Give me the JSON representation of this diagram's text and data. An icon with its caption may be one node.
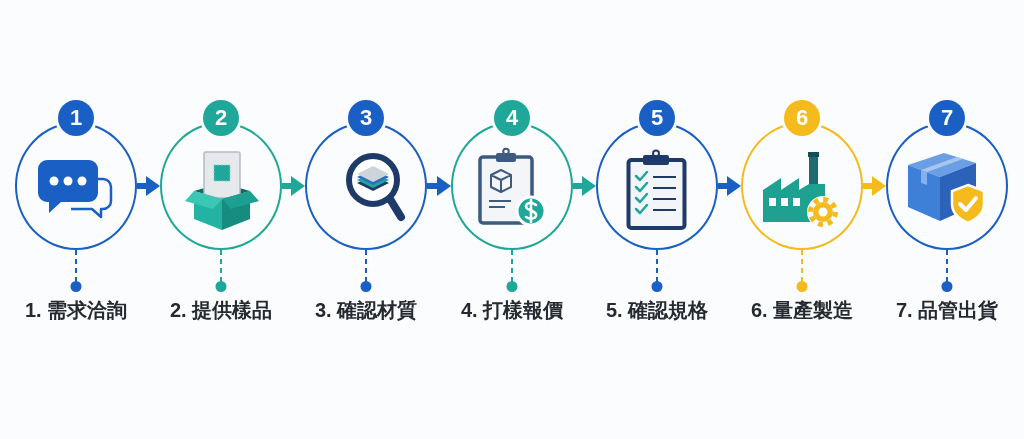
{
  "diagram": {
    "nodes": [
      {
        "text": [
          "1"
        ]
      },
      {
        "text": [],
        "shape": "circle"
      },
      {
        "text": [
          "1. 需求洽詢"
        ]
      },
      {
        "text": [
          "2"
        ]
      },
      {
        "text": [],
        "shape": "circle"
      },
      {
        "text": [
          "2. 提供樣品"
        ]
      },
      {
        "text": [
          "3"
        ]
      },
      {
        "text": [],
        "shape": "circle"
      },
      {
        "text": [
          "3. 確認材質"
        ]
      },
      {
        "text": [
          "4"
        ]
      },
      {
        "text": [],
        "shape": "circle"
      },
      {
        "text": [
          "4. 打樣報價"
        ]
      },
      {
        "text": [
          "5"
        ]
      },
      {
        "text": [],
        "shape": "circle"
      },
      {
        "text": [
          "5. 確認規格"
        ]
      },
      {
        "text": [
          "6"
        ]
      },
      {
        "text": [],
        "shape": "circle"
      },
      {
        "text": [
          "6. 量產製造"
        ]
      },
      {
        "text": [
          "7"
        ]
      },
      {
        "text": [],
        "shape": "circle"
      },
      {
        "text": [
          "7. 品管出貨"
        ]
      }
    ],
    "edges": [
      {
        "from": 1,
        "to": 4,
        "arrow": "to"
      },
      {
        "from": 4,
        "to": 7,
        "arrow": "to",
        "color": "#1fa89a"
      },
      {
        "from": 7,
        "to": 10,
        "arrow": "to"
      },
      {
        "from": 10,
        "to": 13,
        "arrow": "to",
        "color": "#1fa89a"
      },
      {
        "from": 13,
        "to": 16,
        "arrow": "to"
      },
      {
        "from": 16,
        "to": 19,
        "arrow": "to",
        "color": "#f5bb1c"
      },
      {
        "from": 1,
        "to": 2,
        "arrow": "other",
        "style": "dashed"
      },
      {
        "from": 4,
        "to": 5,
        "arrow": "other",
        "style": "dashed",
        "color": "#1fa89a"
      },
      {
        "from": 7,
        "to": 8,
        "arrow": "other",
        "style": "dashed"
      },
      {
        "from": 10,
        "to": 11,
        "arrow": "other",
        "style": "dashed",
        "color": "#1fa89a"
      },
      {
        "from": 13,
        "to": 14,
        "arrow": "other",
        "style": "dashed"
      },
      {
        "from": 16,
        "to": 17,
        "arrow": "other",
        "style": "dashed",
        "color": "#f5bb1c"
      },
      {
        "from": 19,
        "to": 20,
        "arrow": "other",
        "style": "dashed"
      }
    ]
  }
}
